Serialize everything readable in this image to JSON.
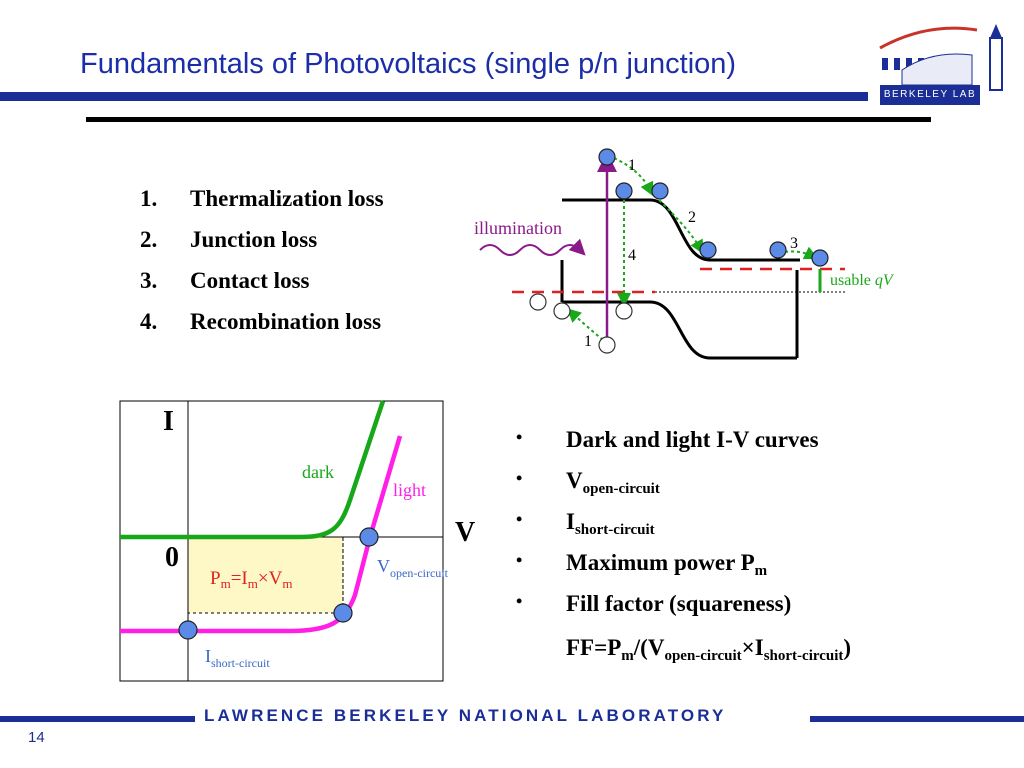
{
  "header": {
    "title": "Fundamentals of Photovoltaics (single p/n junction)",
    "logo_text": "BERKELEY LAB"
  },
  "loss_list": [
    {
      "num": "1.",
      "label": "Thermalization loss"
    },
    {
      "num": "2.",
      "label": "Junction loss"
    },
    {
      "num": "3.",
      "label": "Contact loss"
    },
    {
      "num": "4.",
      "label": "Recombination loss"
    }
  ],
  "band_diagram": {
    "illumination_label": "illumination",
    "marker_1_top": "1",
    "marker_2": "2",
    "marker_3": "3",
    "marker_4": "4",
    "marker_1_bottom": "1",
    "usable_label": "usable",
    "usable_var": "qV"
  },
  "iv_plot": {
    "y_axis_label": "I",
    "x_axis_label": "V",
    "origin_label": "0",
    "dark_label": "dark",
    "light_label": "light",
    "pm_P": "P",
    "pm_sub": "m",
    "pm_eq": "=I",
    "pm_sub2": "m",
    "pm_times": "×V",
    "pm_sub3": "m",
    "voc_main": "V",
    "voc_sub": "open-circuit",
    "isc_main": "I",
    "isc_sub": "short-circuit",
    "colors": {
      "dark": "#17a81a",
      "light": "#ff1fe6",
      "fill": "#fdf8c5",
      "label_blue": "#3a67c7"
    }
  },
  "bullets": {
    "b1": "Dark and light I-V curves",
    "b2_main": "V",
    "b2_sub": "open-circuit",
    "b3_main": "I",
    "b3_sub": "short-circuit",
    "b4_main": "Maximum power P",
    "b4_sub": "m",
    "b5": "Fill factor (squareness)",
    "ff_a": "FF=P",
    "ff_a_sub": "m",
    "ff_b": "/(V",
    "ff_b_sub": "open-circuit",
    "ff_c": "×I",
    "ff_c_sub": "short-circuit",
    "ff_d": ")",
    "bullet_char": "•"
  },
  "footer": {
    "lab_name": "LAWRENCE BERKELEY NATIONAL LABORATORY",
    "page_number": "14"
  }
}
